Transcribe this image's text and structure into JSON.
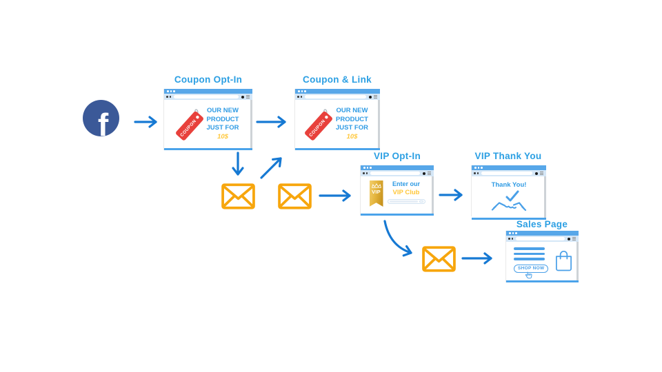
{
  "titles": {
    "coupon_opt_in": "Coupon Opt-In",
    "coupon_link": "Coupon & Link",
    "vip_opt_in": "VIP Opt-In",
    "vip_thank_you": "VIP Thank You",
    "sales_page": "Sales Page"
  },
  "facebook": {
    "letter": "f"
  },
  "coupon_ad": {
    "line1": "OUR NEW",
    "line2": "PRODUCT",
    "line3": "JUST FOR",
    "price": "10$",
    "tag_text": "COUPON"
  },
  "vip": {
    "badge": "VIP",
    "line1": "Enter our",
    "line2": "VIP Club"
  },
  "thank_you": {
    "message": "Thank You!"
  },
  "sales": {
    "button": "SHOP NOW"
  },
  "colors": {
    "title_blue": "#2b9fe3",
    "body_blue": "#2f9be4",
    "arrow_blue": "#1679d3",
    "envelope_orange": "#f7a60d",
    "facebook_blue": "#3b5998",
    "price_yellow": "#ffc73a",
    "coupon_red": "#e8413c",
    "gold_light": "#f3cf6e",
    "gold_dark": "#c08a15",
    "icon_blue": "#4aa0e8",
    "chrome_top": "#57a7e9",
    "chrome_url": "#d5e7f7",
    "chrome_bottom": "#4aa3ea"
  }
}
